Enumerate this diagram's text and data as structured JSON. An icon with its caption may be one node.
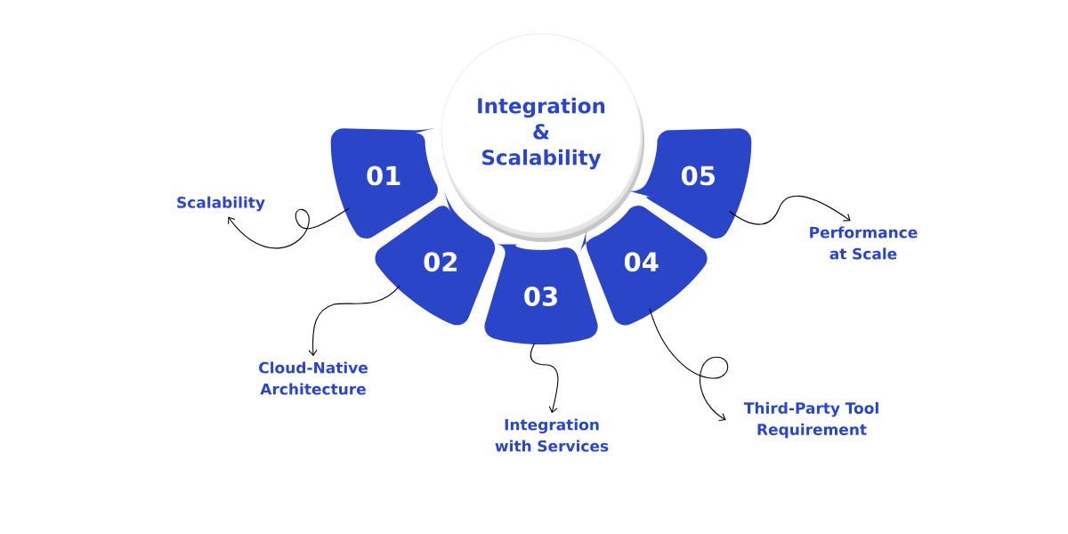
{
  "diagram": {
    "nodes": [
      {
        "text": [
          "Integration & Scalability"
        ]
      },
      {
        "text": [
          "01"
        ]
      },
      {
        "text": [
          "02"
        ]
      },
      {
        "text": [
          "03"
        ]
      },
      {
        "text": [
          "04"
        ]
      },
      {
        "text": [
          "05"
        ]
      },
      {
        "text": [
          "Scalability"
        ]
      },
      {
        "text": [
          "Cloud-Native Architecture"
        ]
      },
      {
        "text": [
          "Integration with Services"
        ]
      },
      {
        "text": [
          "Third-Party Tool Requirement"
        ]
      },
      {
        "text": [
          "Performance at Scale"
        ]
      }
    ],
    "edges": [
      {
        "from": 1,
        "to": 6,
        "arrow": "to"
      },
      {
        "from": 2,
        "to": 7,
        "arrow": "to"
      },
      {
        "from": 3,
        "to": 8,
        "arrow": "to"
      },
      {
        "from": 4,
        "to": 9,
        "arrow": "to"
      },
      {
        "from": 5,
        "to": 10,
        "arrow": "to"
      }
    ]
  }
}
